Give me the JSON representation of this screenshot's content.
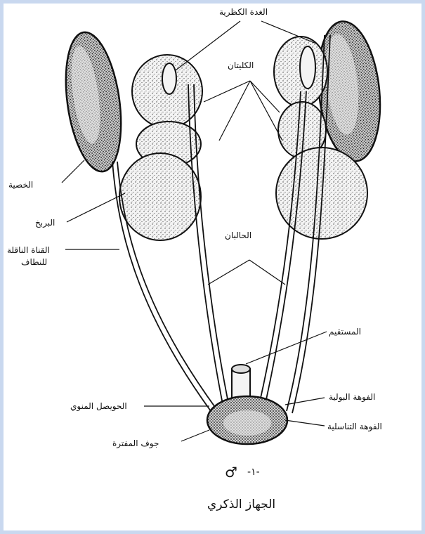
{
  "labels": {
    "gland": "الغدة الكظرية",
    "kidneys": "الكليتان",
    "testis": "الخصية",
    "epididymis": "البربخ",
    "vas_deferens_line1": "القناة الناقلة",
    "vas_deferens_line2": "للنطاف",
    "ureters": "الحالبان",
    "rectum": "المستقيم",
    "seminal_vesicle": "الحويصل المنوي",
    "urinary_opening": "الفوهة البولية",
    "genital_opening": "الفوهة التناسلية",
    "cloaca": "جوف المفترة"
  },
  "figure": {
    "symbol": "♂",
    "number": "-١-",
    "title": "الجهاز الذكري"
  }
}
